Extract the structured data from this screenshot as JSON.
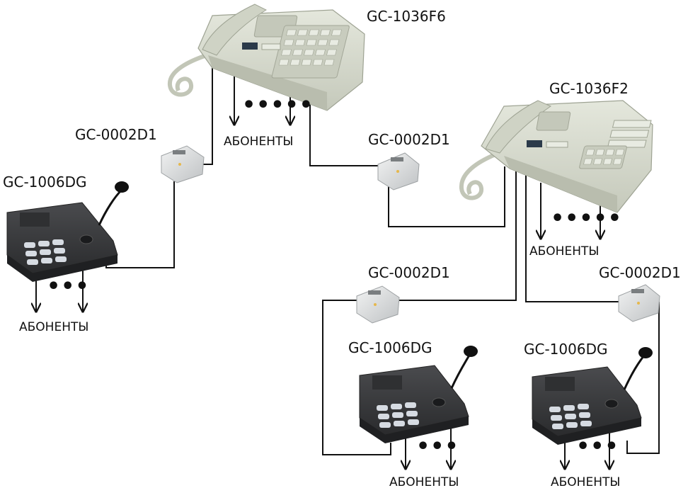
{
  "devices": {
    "main_console": {
      "model": "GC-1036F6",
      "subscribers_label": "АБОНЕНТЫ",
      "dots": "•••••"
    },
    "sub_console": {
      "model": "GC-1036F2",
      "subscribers_label": "АБОНЕНТЫ",
      "dots": "•••••"
    },
    "box_left": {
      "model": "GC-0002D1"
    },
    "box_mid": {
      "model": "GC-0002D1"
    },
    "box_bl": {
      "model": "GC-0002D1"
    },
    "box_br": {
      "model": "GC-0002D1"
    },
    "desk_left": {
      "model": "GC-1006DG",
      "subscribers_label": "АБОНЕНТЫ",
      "dots": "•••"
    },
    "desk_bl": {
      "model": "GC-1006DG",
      "subscribers_label": "АБОНЕНТЫ",
      "dots": "•••"
    },
    "desk_br": {
      "model": "GC-1006DG",
      "subscribers_label": "АБОНЕНТЫ",
      "dots": "•••"
    }
  },
  "colors": {
    "console_body": "#d9ddd0",
    "console_shadow": "#aeb3a4",
    "box_body": "#dcdedf",
    "desk_body": "#3a3b3d",
    "wire": "#111111"
  }
}
